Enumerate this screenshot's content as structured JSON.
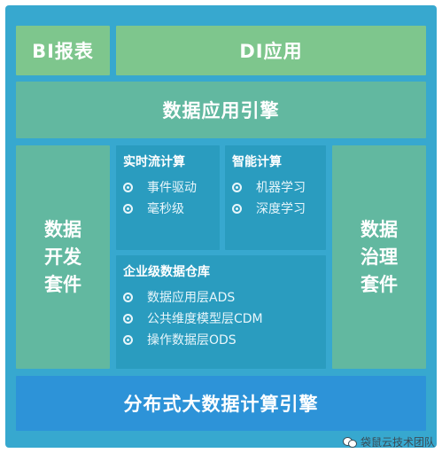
{
  "top_row": {
    "bi_reports": "BI报表",
    "di_apps": "DI应用"
  },
  "engine": "数据应用引擎",
  "left_suite": [
    "数据",
    "开发",
    "套件"
  ],
  "right_suite": [
    "数据",
    "治理",
    "套件"
  ],
  "realtime": {
    "title": "实时流计算",
    "items": [
      "事件驱动",
      "毫秒级"
    ]
  },
  "ai": {
    "title": "智能计算",
    "items": [
      "机器学习",
      "深度学习"
    ]
  },
  "warehouse": {
    "title": "企业级数据仓库",
    "items": [
      "数据应用层ADS",
      "公共维度模型层CDM",
      "操作数据层ODS"
    ]
  },
  "bottom": "分布式大数据计算引擎",
  "watermark": "袋鼠云技术团队",
  "colors": {
    "frame": "#37a8cf",
    "green_light": "#7ec68d",
    "green_mid": "#62b8a0",
    "teal": "#2a9cbf",
    "blue": "#2d93d8"
  }
}
